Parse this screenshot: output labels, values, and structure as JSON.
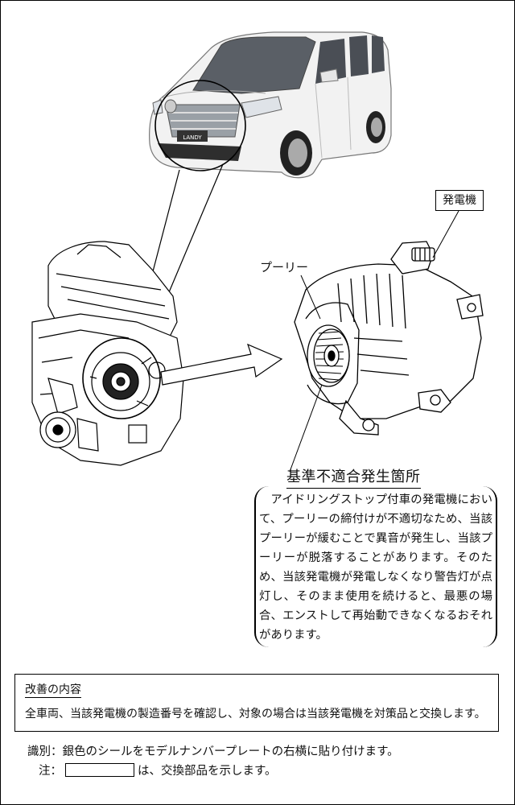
{
  "labels": {
    "alternator": "発電機",
    "pulley": "プーリー",
    "car_badge": "LANDY"
  },
  "defect": {
    "heading": "基準不適合発生箇所",
    "description": "アイドリングストップ付車の発電機において、プーリーの締付けが不適切なため、当該プーリーが緩むことで異音が発生し、当該プーリーが脱落することがあります。そのため、当該発電機が発電しなくなり警告灯が点灯し、そのまま使用を続けると、最悪の場合、エンストして再始動できなくなるおそれがあります。"
  },
  "improvement": {
    "title": "改善の内容",
    "body": "全車両、当該発電機の製造番号を確認し、対象の場合は当該発電機を対策品と交換します。"
  },
  "identification": "識別：銀色のシールをモデルナンバープレートの右横に貼り付けます。",
  "note": {
    "prefix": "注：",
    "suffix": "は、交換部品を示します。"
  },
  "icons": [
    "car-illustration",
    "engine-illustration",
    "alternator-illustration",
    "arrow-icon"
  ]
}
